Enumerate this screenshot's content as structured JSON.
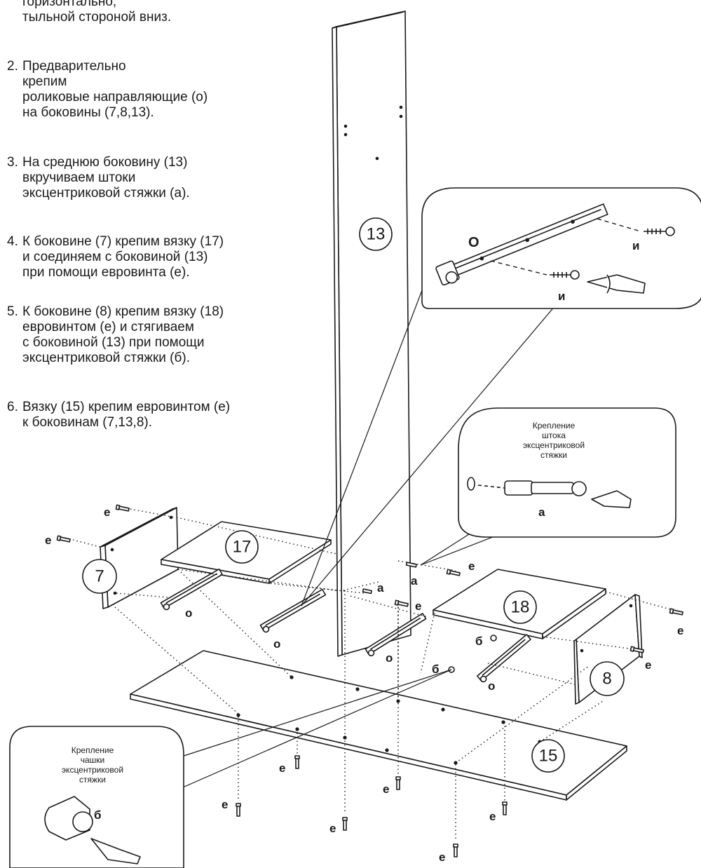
{
  "instructions": {
    "intro_tail": "горизонтально,\nтыльной стороной вниз.",
    "steps": [
      {
        "num": "2.",
        "text": "Предварительно\nкрепим\nроликовые направляющие (о)\nна боковины (7,8,13)."
      },
      {
        "num": "3.",
        "text": "На среднюю боковину (13)\nвкручиваем штоки\nэксцентриковой стяжки (а)."
      },
      {
        "num": "4.",
        "text": "К боковине (7) крепим вязку (17)\nи соединяем с боковиной (13)\nпри помощи евровинта (е)."
      },
      {
        "num": "5.",
        "text": "К боковине (8) крепим вязку (18)\nевровинтом (е) и стягиваем\nс боковиной (13) при помощи\nэксцентриковой стяжки (б)."
      },
      {
        "num": "6.",
        "text": "Вязку (15) крепим евровинтом (е)\nк боковинам (7,13,8)."
      }
    ]
  },
  "parts": {
    "p13": "13",
    "p17": "17",
    "p7": "7",
    "p18": "18",
    "p8": "8",
    "p15": "15"
  },
  "letters": {
    "e": "е",
    "o": "о",
    "a": "а",
    "b": "б",
    "i": "и",
    "O_big": "О"
  },
  "callouts": {
    "rail": {
      "label_o": "О",
      "label_i": "и"
    },
    "stem": {
      "title": "Крепление\nштока\nэксцентриковой\nстяжки",
      "label": "а"
    },
    "cup": {
      "title": "Крепление\nчашки\nэксцентриковой\nстяжки",
      "label": "б"
    }
  }
}
